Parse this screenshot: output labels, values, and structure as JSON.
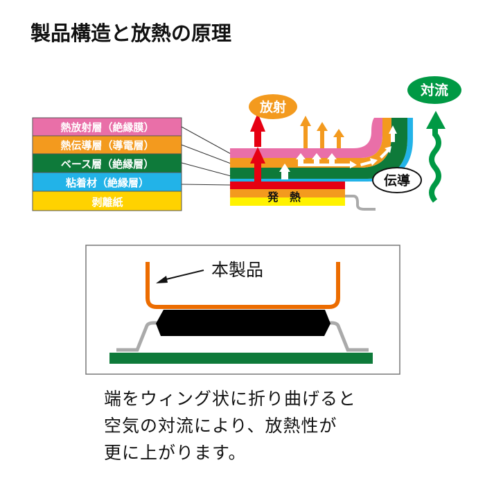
{
  "title": "製品構造と放熱の原理",
  "layers": [
    {
      "label": "熱放射層（絶縁膜）",
      "color": "#e96fa8",
      "text_color": "#ffffff"
    },
    {
      "label": "熱伝導層（導電層）",
      "color": "#f39a1e",
      "text_color": "#ffffff"
    },
    {
      "label": "ベース層（絶縁層）",
      "color": "#0e7a3a",
      "text_color": "#ffffff"
    },
    {
      "label": "粘着材（絶縁層）",
      "color": "#22b3e8",
      "text_color": "#ffffff"
    },
    {
      "label": "剥離紙",
      "color": "#ffd200",
      "text_color": "#ffffff"
    }
  ],
  "bubbles": {
    "radiation": "放射",
    "convection": "対流",
    "conduction": "伝導"
  },
  "heat_label": "発　熱",
  "product_label": "本製品",
  "caption": [
    "端をウィング状に折り曲げると",
    "空気の対流により、放熱性が",
    "更に上がります。"
  ],
  "colors": {
    "red": "#e60012",
    "green": "#009944",
    "orange_bracket": "#ec6c00"
  }
}
